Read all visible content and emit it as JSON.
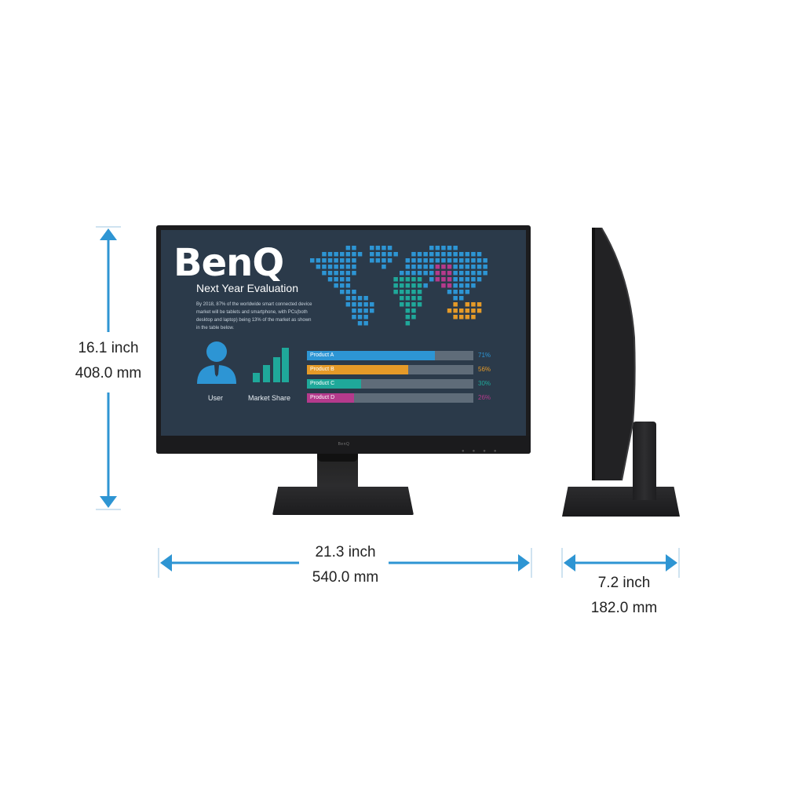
{
  "dimensions": {
    "height": {
      "inch": "16.1 inch",
      "mm": "408.0 mm"
    },
    "width": {
      "inch": "21.3 inch",
      "mm": "540.0 mm"
    },
    "depth": {
      "inch": "7.2 inch",
      "mm": "182.0 mm"
    },
    "arrow_color": "#2e95d3"
  },
  "screen": {
    "brand": "BenQ",
    "title": "Next Year Evaluation",
    "body": "By 2018, 87% of the worldwide smart connected device market will be tablets and smartphone, with PCs(both desktop and laptop) being 13% of the market as shown in the table below.",
    "icons": [
      {
        "label": "User",
        "icon": "user-icon"
      },
      {
        "label": "Market Share",
        "icon": "bar-chart-icon"
      }
    ],
    "products": [
      {
        "name": "Product A",
        "percent": "71%",
        "value": 71,
        "color": "#2d95d4"
      },
      {
        "name": "Product B",
        "percent": "56%",
        "value": 56,
        "color": "#e59a28"
      },
      {
        "name": "Product C",
        "percent": "30%",
        "value": 30,
        "color": "#1fa89a"
      },
      {
        "name": "Product D",
        "percent": "26%",
        "value": 26,
        "color": "#b53a8c"
      }
    ],
    "background": "#2b3a4a"
  },
  "bezel": {
    "logo": "BenQ"
  }
}
